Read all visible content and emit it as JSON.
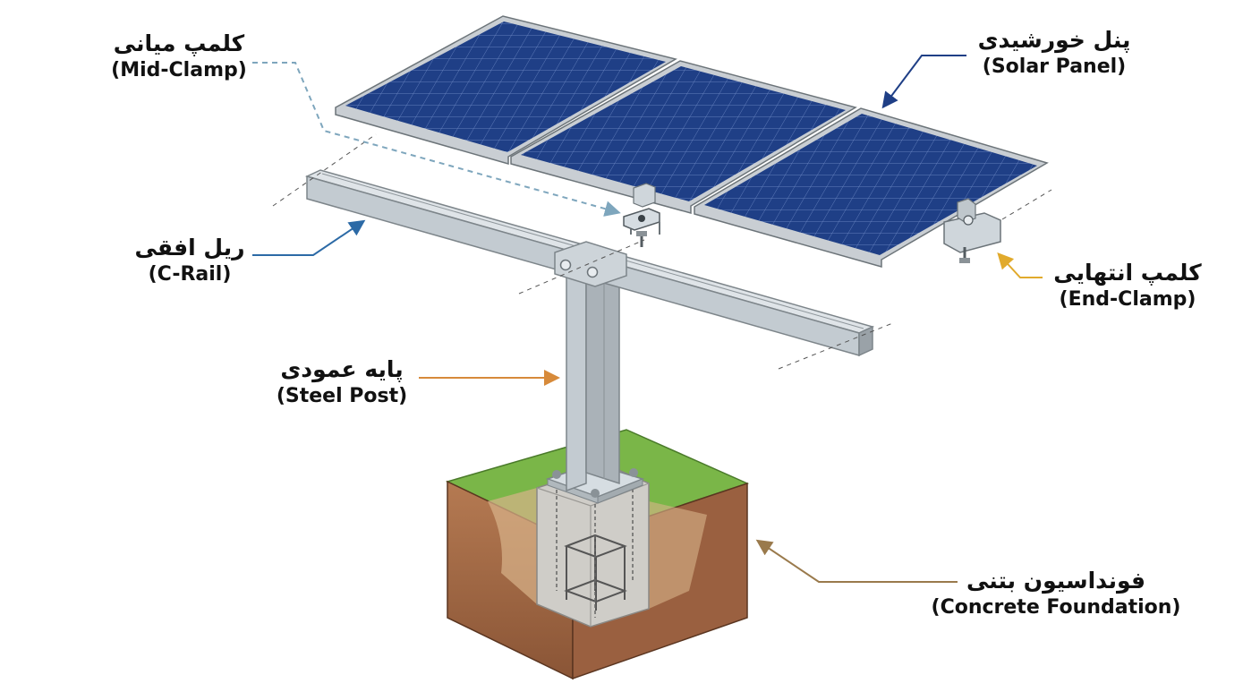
{
  "labels": {
    "mid_clamp": {
      "fa": "کلمپ میانی",
      "en": "(Mid-Clamp)"
    },
    "solar_panel": {
      "fa": "پنل خورشیدی",
      "en": "(Solar Panel)"
    },
    "c_rail": {
      "fa": "ریل افقی",
      "en": "(C-Rail)"
    },
    "end_clamp": {
      "fa": "کلمپ انتهایی",
      "en": "(End-Clamp)"
    },
    "steel_post": {
      "fa": "پایه عمودی",
      "en": "(Steel Post)"
    },
    "foundation": {
      "fa": "فونداسیون بتنی",
      "en": "(Concrete Foundation)"
    }
  },
  "colors": {
    "panel_blue": "#1f3f86",
    "panel_frame": "#c9ced3",
    "steel": "#c3cbd1",
    "concrete": "#c9c7c2",
    "grass": "#7ab648",
    "soil": "#a0694a",
    "arrow_mid_clamp": "#7ea6bd",
    "arrow_solar_panel": "#1f3f86",
    "arrow_c_rail": "#2c6aa6",
    "arrow_end_clamp": "#e1aa2c",
    "arrow_steel_post": "#d78a3a",
    "arrow_foundation": "#9a7a4c"
  }
}
